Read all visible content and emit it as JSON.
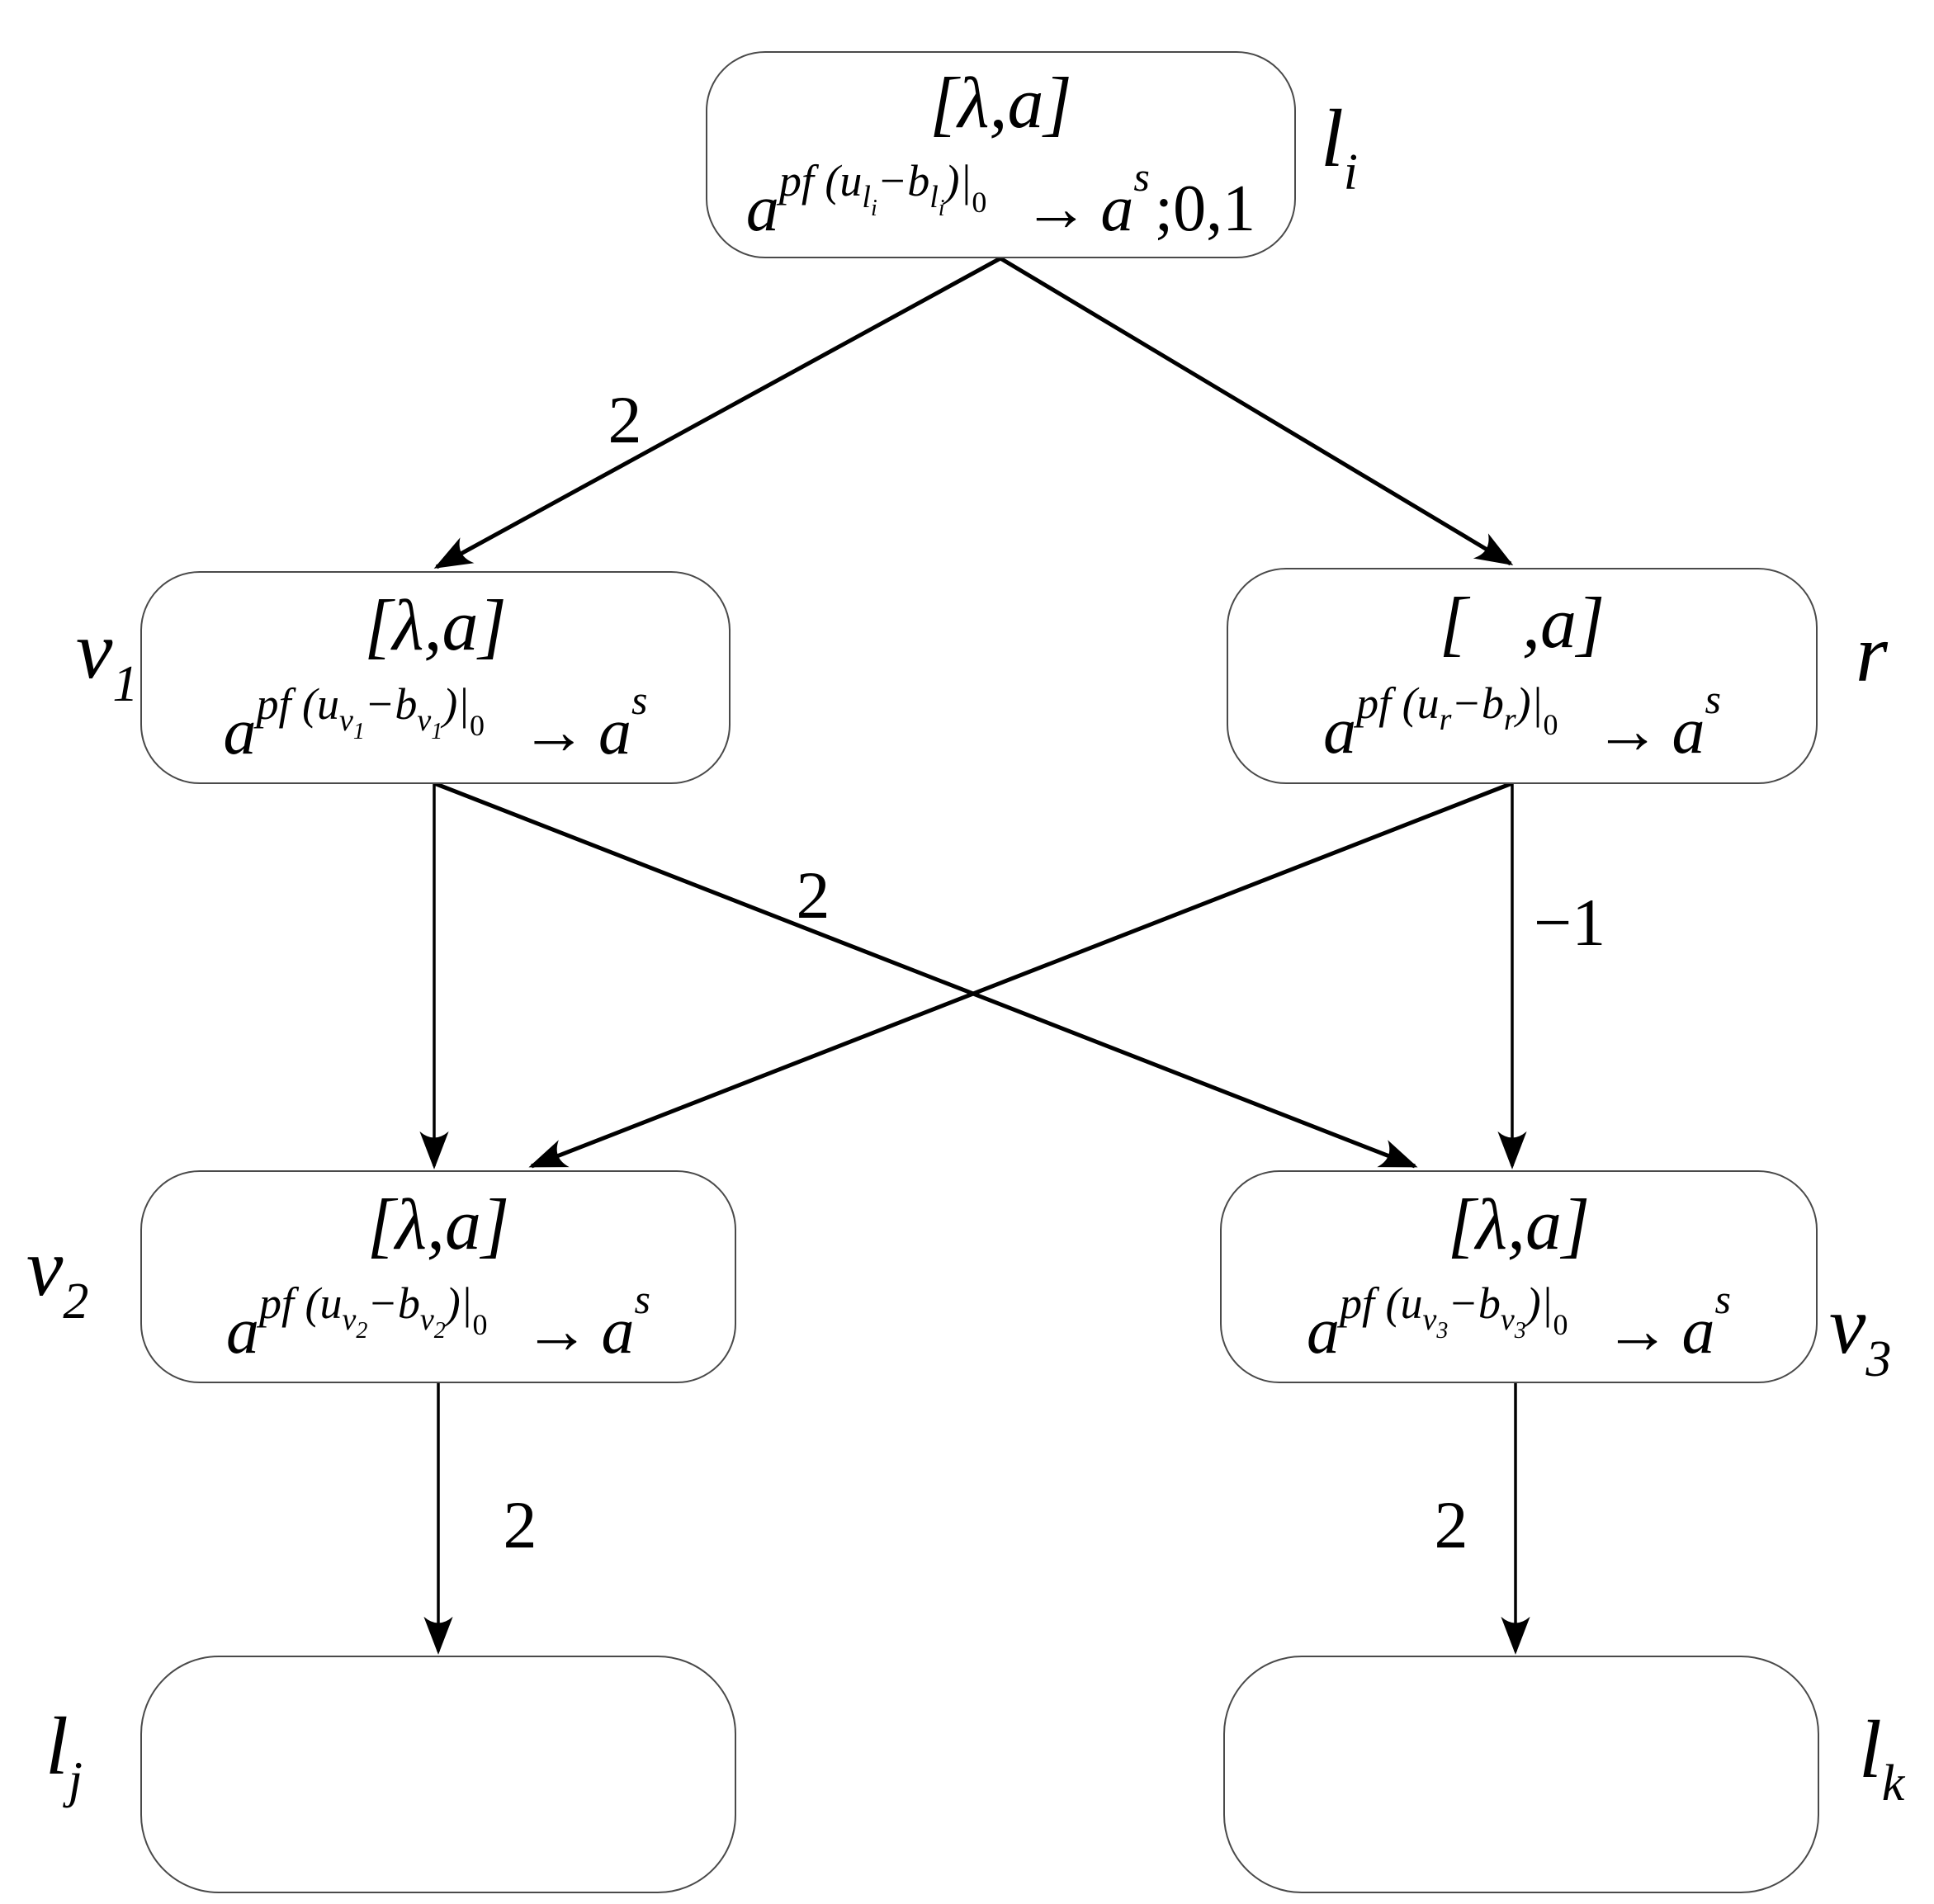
{
  "colors": {
    "background": "#ffffff",
    "line_color": "#000000",
    "box_border_color": "#4a4a4a",
    "text_color": "#000000"
  },
  "nodes": {
    "li": {
      "title": "[λ,a]",
      "f": {
        "base": "a",
        "head": "pf (u",
        "sub1": "l",
        "sub1s": "i",
        "mid": "−b",
        "sub2": "l",
        "sub2s": "i",
        "close": ")|",
        "barsub": "0",
        "arrow": "→",
        "res": "a",
        "ressup": "s",
        "tail": ";0,1"
      }
    },
    "v1": {
      "title": "[λ,a]",
      "f": {
        "base": "a",
        "head": "pf (u",
        "sub1": "v",
        "sub1s": "1",
        "mid": "−b",
        "sub2": "v",
        "sub2s": "1",
        "close": ")|",
        "barsub": "0",
        "arrow": "→",
        "res": "a",
        "ressup": "s"
      }
    },
    "r": {
      "title": "[   ,a]",
      "f": {
        "base": "a",
        "head": "pf (u",
        "sub1": "r",
        "mid": "−b",
        "sub2": "r",
        "close": ")|",
        "barsub": "0",
        "arrow": "→",
        "res": "a",
        "ressup": "s"
      }
    },
    "v2": {
      "title": "[λ,a]",
      "f": {
        "base": "a",
        "head": "pf (u",
        "sub1": "v",
        "sub1s": "2",
        "mid": "−b",
        "sub2": "v",
        "sub2s": "2",
        "close": ")|",
        "barsub": "0",
        "arrow": "→",
        "res": "a",
        "ressup": "s"
      }
    },
    "v3": {
      "title": "[λ,a]",
      "f": {
        "base": "a",
        "head": "pf (u",
        "sub1": "v",
        "sub1s": "3",
        "mid": "−b",
        "sub2": "v",
        "sub2s": "3",
        "close": ")|",
        "barsub": "0",
        "arrow": "→",
        "res": "a",
        "ressup": "s"
      }
    },
    "lj": {},
    "lk": {}
  },
  "labels": {
    "li": {
      "main": "l",
      "sub": "i"
    },
    "v1": {
      "main": "v",
      "sub": "1"
    },
    "r": {
      "main": "r",
      "sub": ""
    },
    "v2": {
      "main": "v",
      "sub": "2"
    },
    "v3": {
      "main": "v",
      "sub": "3"
    },
    "lj": {
      "main": "l",
      "sub": "j"
    },
    "lk": {
      "main": "l",
      "sub": "k"
    }
  },
  "edges": {
    "li_v1": {
      "from": "li",
      "to": "v1",
      "label": "2"
    },
    "li_r": {
      "from": "li",
      "to": "r"
    },
    "v1_v2": {
      "from": "v1",
      "to": "v2"
    },
    "v1_v3": {
      "from": "v1",
      "to": "v3",
      "label": "2"
    },
    "r_v2": {
      "from": "r",
      "to": "v2"
    },
    "r_v3": {
      "from": "r",
      "to": "v3",
      "label": "−1"
    },
    "v2_lj": {
      "from": "v2",
      "to": "lj",
      "label": "2"
    },
    "v3_lk": {
      "from": "v3",
      "to": "lk",
      "label": "2"
    }
  }
}
